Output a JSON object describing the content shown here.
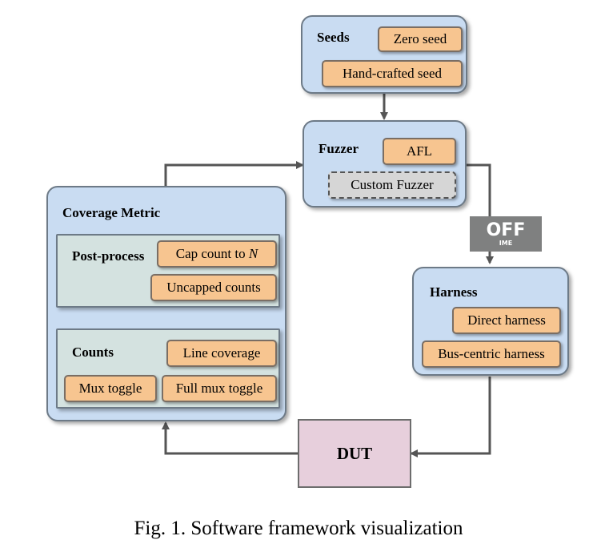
{
  "seeds": {
    "label": "Seeds",
    "items": [
      "Zero seed",
      "Hand-crafted seed"
    ]
  },
  "fuzzer": {
    "label": "Fuzzer",
    "items": [
      "AFL",
      "Custom Fuzzer"
    ]
  },
  "coverage": {
    "label": "Coverage Metric",
    "postprocess": {
      "label": "Post-process",
      "items": [
        "Cap count to N",
        "Uncapped counts"
      ]
    },
    "counts": {
      "label": "Counts",
      "items": [
        "Line coverage",
        "Mux toggle",
        "Full mux toggle"
      ]
    }
  },
  "harness": {
    "label": "Harness",
    "items": [
      "Direct harness",
      "Bus-centric harness"
    ]
  },
  "dut": {
    "label": "DUT"
  },
  "ime_badge": {
    "main": "OFF",
    "sub": "IME"
  },
  "caption": "Fig. 1.  Software framework visualization",
  "colors": {
    "group_fill": "#c9dcf2",
    "subgroup_fill": "#d4e2e0",
    "item_fill": "#f7c590",
    "ghost_fill": "#d6d6d6",
    "dut_fill": "#e7cfdc",
    "arrow": "#555555"
  }
}
